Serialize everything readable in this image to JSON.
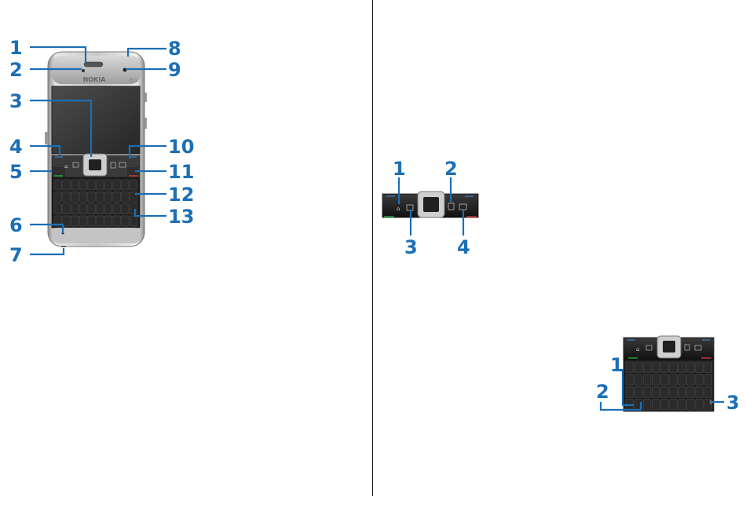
{
  "front_view": {
    "brand": "NOKIA",
    "model": "E71",
    "callouts": [
      "1",
      "2",
      "3",
      "4",
      "5",
      "6",
      "7",
      "8",
      "9",
      "10",
      "11",
      "12",
      "13"
    ]
  },
  "selection_keys_view": {
    "callouts": [
      "1",
      "2",
      "3",
      "4"
    ]
  },
  "keyboard_view": {
    "callouts": [
      "1",
      "2",
      "3"
    ]
  },
  "colors": {
    "callout": "#1b6fb5"
  }
}
